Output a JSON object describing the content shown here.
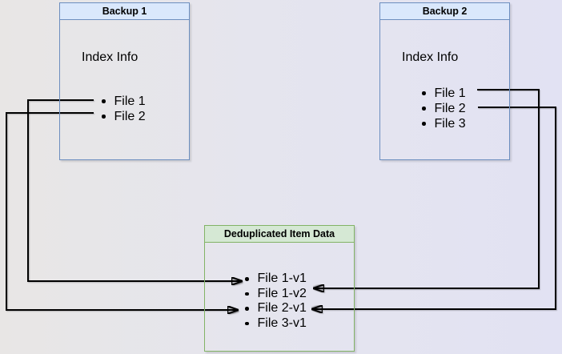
{
  "diagram": {
    "background_left": "#e8e6e5",
    "background_right": "#e2e2f3",
    "arrow_color": "#000000"
  },
  "nodes": {
    "backup1": {
      "title": "Backup 1",
      "subtitle": "Index Info",
      "files": [
        "File 1",
        "File 2"
      ],
      "header_fill": "#dae8fc",
      "border_color": "#6c8ebf"
    },
    "backup2": {
      "title": "Backup 2",
      "subtitle": "Index Info",
      "files": [
        "File 1",
        "File 2",
        "File 3"
      ],
      "header_fill": "#dae8fc",
      "border_color": "#6c8ebf"
    },
    "dedup": {
      "title": "Deduplicated Item Data",
      "items": [
        "File 1-v1",
        "File 1-v2",
        "File 2-v1",
        "File 3-v1"
      ],
      "header_fill": "#d5e8d4",
      "border_color": "#82b366"
    }
  },
  "connections": [
    {
      "from": "Backup 1 / File 1",
      "to": "Deduplicated Item Data / File 1-v1"
    },
    {
      "from": "Backup 1 / File 2",
      "to": "Deduplicated Item Data / File 2-v1"
    },
    {
      "from": "Backup 2 / File 1",
      "to": "Deduplicated Item Data / File 1-v2"
    },
    {
      "from": "Backup 2 / File 2",
      "to": "Deduplicated Item Data / File 2-v1"
    }
  ]
}
